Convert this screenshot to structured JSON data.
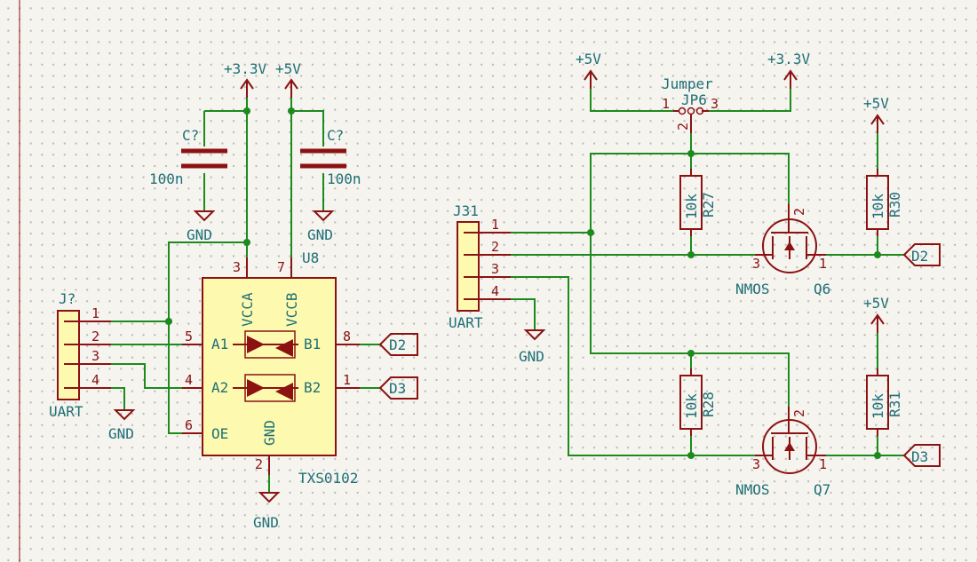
{
  "u8": {
    "ref": "U8",
    "value": "TXS0102",
    "pins": {
      "vcca_num": "3",
      "vccb_num": "7",
      "a1_num": "5",
      "a2_num": "4",
      "oe_num": "6",
      "b1_num": "8",
      "b2_num": "1",
      "gnd_num": "2"
    },
    "labels": {
      "vcca": "VCCA",
      "vccb": "VCCB",
      "a1": "A1",
      "a2": "A2",
      "oe": "OE",
      "b1": "B1",
      "b2": "B2",
      "gnd": "GND"
    }
  },
  "power": {
    "p33_left": "+3.3V",
    "p5_left": "+5V",
    "p5_jumper": "+5V",
    "p33_jumper": "+3.3V",
    "p5_r30": "+5V",
    "p5_r31": "+5V"
  },
  "gnd": {
    "c_left": "GND",
    "c_right": "GND",
    "jq_left": "GND",
    "u8": "GND",
    "j31": "GND"
  },
  "caps": [
    {
      "ref": "C?",
      "value": "100n"
    },
    {
      "ref": "C?",
      "value": "100n"
    }
  ],
  "conn_left": {
    "ref": "J?",
    "value": "UART",
    "pins": [
      "1",
      "2",
      "3",
      "4"
    ]
  },
  "conn_right": {
    "ref": "J31",
    "value": "UART",
    "pins": [
      "1",
      "2",
      "3",
      "4"
    ]
  },
  "jumper": {
    "ref": "JP6",
    "value": "Jumper",
    "pins": [
      "1",
      "2",
      "3"
    ]
  },
  "resistors": [
    {
      "ref": "R27",
      "value": "10k"
    },
    {
      "ref": "R30",
      "value": "10k"
    },
    {
      "ref": "R28",
      "value": "10k"
    },
    {
      "ref": "R31",
      "value": "10k"
    }
  ],
  "mosfets": [
    {
      "ref": "Q6",
      "value": "NMOS",
      "pins": [
        "3",
        "2",
        "1"
      ]
    },
    {
      "ref": "Q7",
      "value": "NMOS",
      "pins": [
        "3",
        "2",
        "1"
      ]
    }
  ],
  "net_labels": {
    "d2_u8": "D2",
    "d3_u8": "D3",
    "d2_q6": "D2",
    "d3_q7": "D3"
  }
}
